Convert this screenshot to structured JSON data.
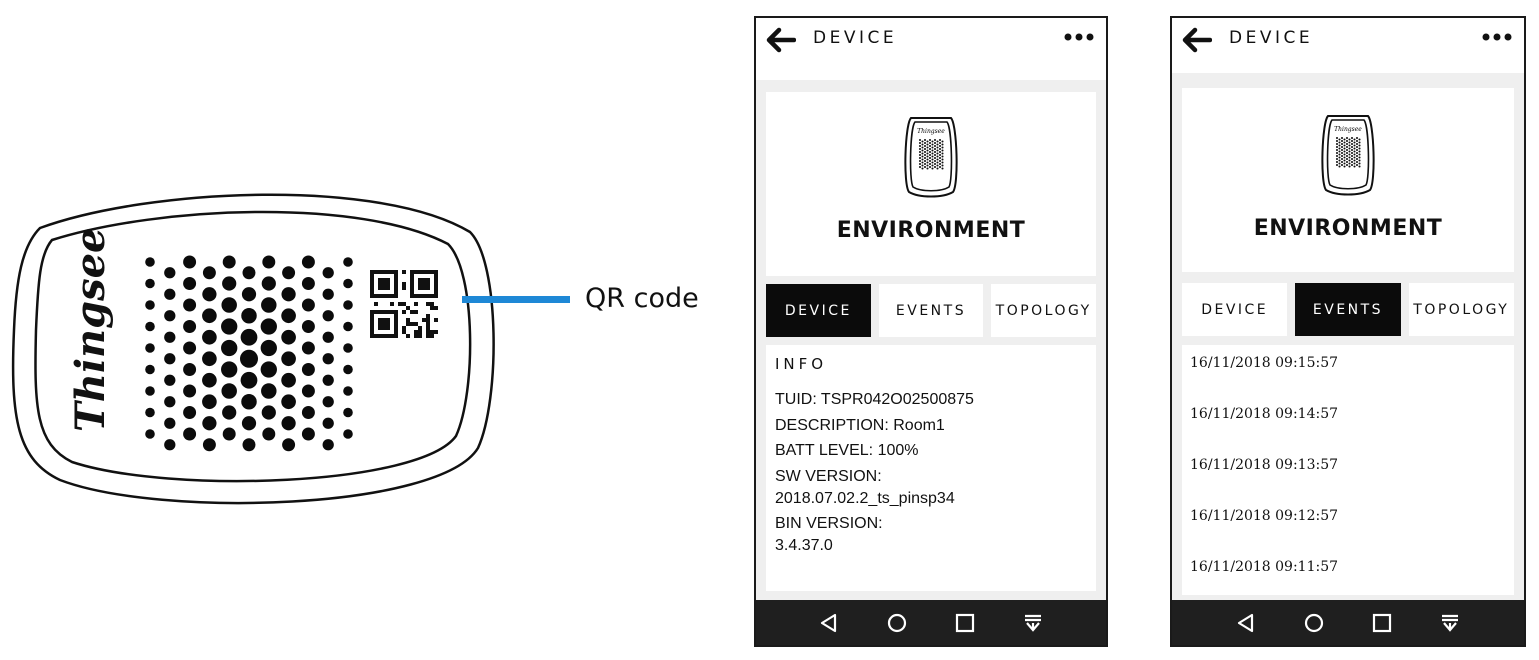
{
  "illustration": {
    "brand": "Thingsee",
    "qr_label": "QR code"
  },
  "screens": [
    {
      "app_bar": {
        "title": "DEVICE"
      },
      "hero": {
        "device_title": "ENVIRONMENT",
        "mini_brand": "Thingsee"
      },
      "tabs": [
        {
          "label": "DEVICE",
          "active": true
        },
        {
          "label": "EVENTS",
          "active": false
        },
        {
          "label": "TOPOLOGY",
          "active": false
        }
      ],
      "info": {
        "heading": "INFO",
        "tuid": "TUID: TSPR042O02500875",
        "description": "DESCRIPTION: Room1",
        "batt_level": "BATT LEVEL: 100%",
        "sw_label": "SW VERSION:",
        "sw_value": "2018.07.02.2_ts_pinsp34",
        "bin_label": "BIN VERSION:",
        "bin_value": "3.4.37.0"
      }
    },
    {
      "app_bar": {
        "title": "DEVICE"
      },
      "hero": {
        "device_title": "ENVIRONMENT",
        "mini_brand": "Thingsee"
      },
      "tabs": [
        {
          "label": "DEVICE",
          "active": false
        },
        {
          "label": "EVENTS",
          "active": true
        },
        {
          "label": "TOPOLOGY",
          "active": false
        }
      ],
      "events": [
        "16/11/2018 09:15:57",
        "16/11/2018 09:14:57",
        "16/11/2018 09:13:57",
        "16/11/2018 09:12:57",
        "16/11/2018 09:11:57"
      ]
    }
  ],
  "colors": {
    "dark": "#0b0b0b",
    "accent_line": "#1e88d6",
    "panel_bg": "#efefef"
  }
}
